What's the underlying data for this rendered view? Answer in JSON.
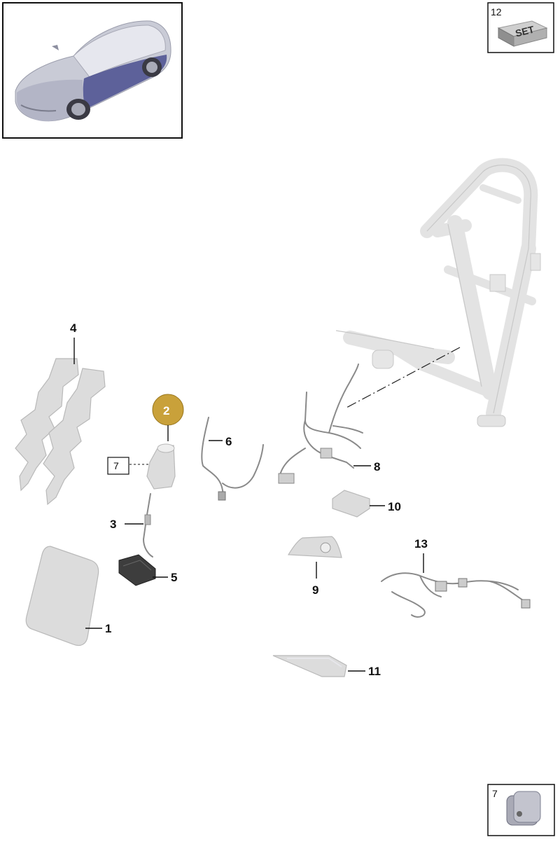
{
  "callouts": {
    "c1": "1",
    "c2": "2",
    "c3": "3",
    "c4": "4",
    "c5": "5",
    "c6": "6",
    "c7_ref": "7",
    "c8": "8",
    "c9": "9",
    "c10": "10",
    "c11": "11",
    "c13": "13"
  },
  "kits": {
    "set_box_number": "12",
    "set_box_text": "SET",
    "grommet_box_number": "7"
  },
  "colors": {
    "highlight_badge": "#c9a13a",
    "part_grey": "#dcdcdc",
    "car_blue": "#4a4f8f"
  }
}
